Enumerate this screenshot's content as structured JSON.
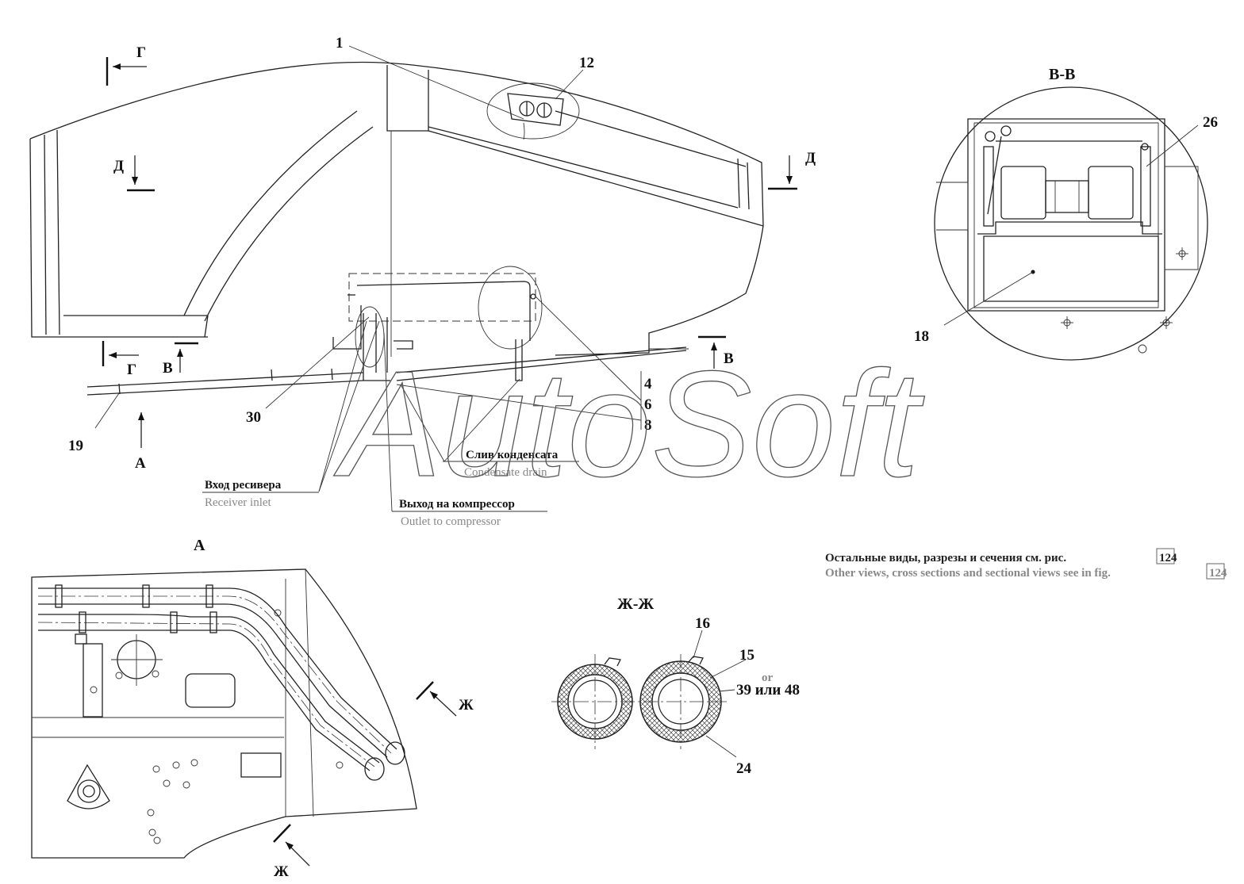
{
  "watermark": "AutoSoft",
  "views": {
    "bb_title": "В-В",
    "a_title": "А",
    "zh_title": "Ж-Ж"
  },
  "section_marks": {
    "g_top": "Г",
    "g_bottom": "Г",
    "d_left": "Д",
    "d_right": "Д",
    "v_left": "В",
    "v_right": "В",
    "a_arrow": "А",
    "zh_top": "Ж",
    "zh_bottom": "Ж"
  },
  "callouts": {
    "c1": "1",
    "c12": "12",
    "c26": "26",
    "c18": "18",
    "c30": "30",
    "c19": "19",
    "c4": "4",
    "c6": "6",
    "c8": "8",
    "c16": "16",
    "c15": "15",
    "c24": "24",
    "or_word": "or",
    "c39_48": "39 или 48"
  },
  "pipe_labels": {
    "drain_ru": "Слив конденсата",
    "drain_en": "Condensate drain",
    "receiver_ru": "Вход ресивера",
    "receiver_en": "Receiver inlet",
    "compressor_ru": "Выход на компрессор",
    "compressor_en": "Outlet to compressor"
  },
  "note": {
    "ru_text": "Остальные виды, разрезы и сечения см. рис.",
    "ru_ref": "124",
    "en_text": "Other views, cross sections and sectional views see in fig.",
    "en_ref": "124"
  }
}
